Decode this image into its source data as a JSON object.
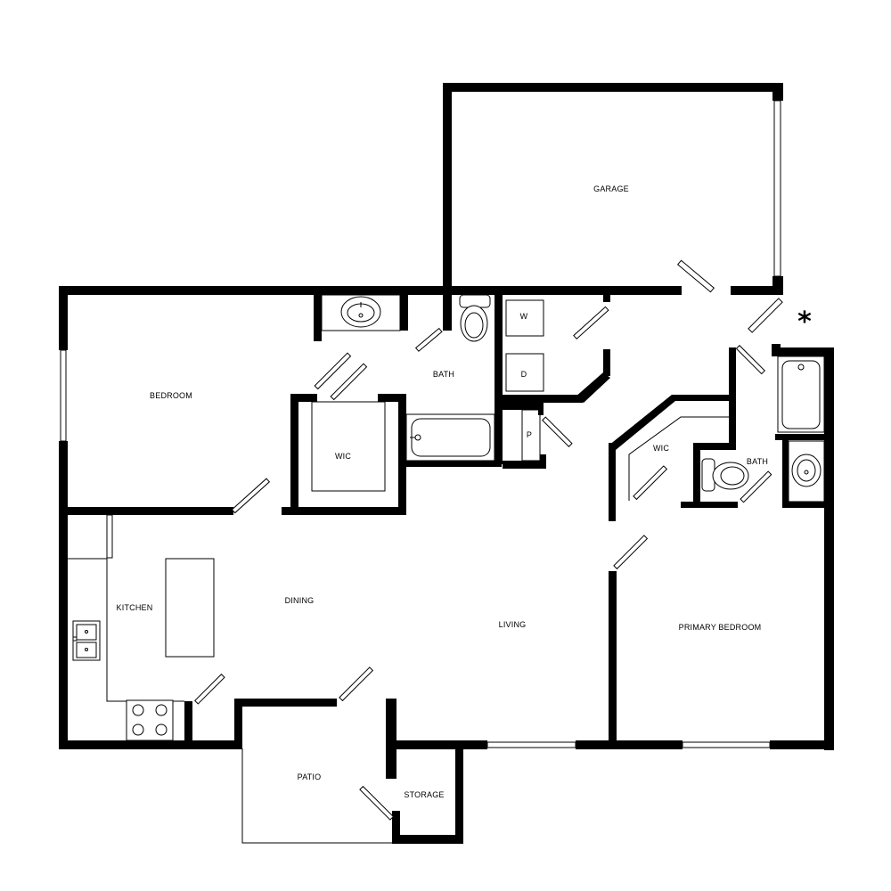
{
  "rooms": {
    "garage": "GARAGE",
    "bedroom": "BEDROOM",
    "bath_1": "BATH",
    "wic_1": "WIC",
    "washer": "W",
    "dryer": "D",
    "pantry": "P",
    "wic_2": "WIC",
    "bath_2": "BATH",
    "kitchen": "KITCHEN",
    "dining": "DINING",
    "living": "LIVING",
    "primary_bedroom": "PRIMARY BEDROOM",
    "patio": "PATIO",
    "storage": "STORAGE"
  },
  "marker": "*"
}
